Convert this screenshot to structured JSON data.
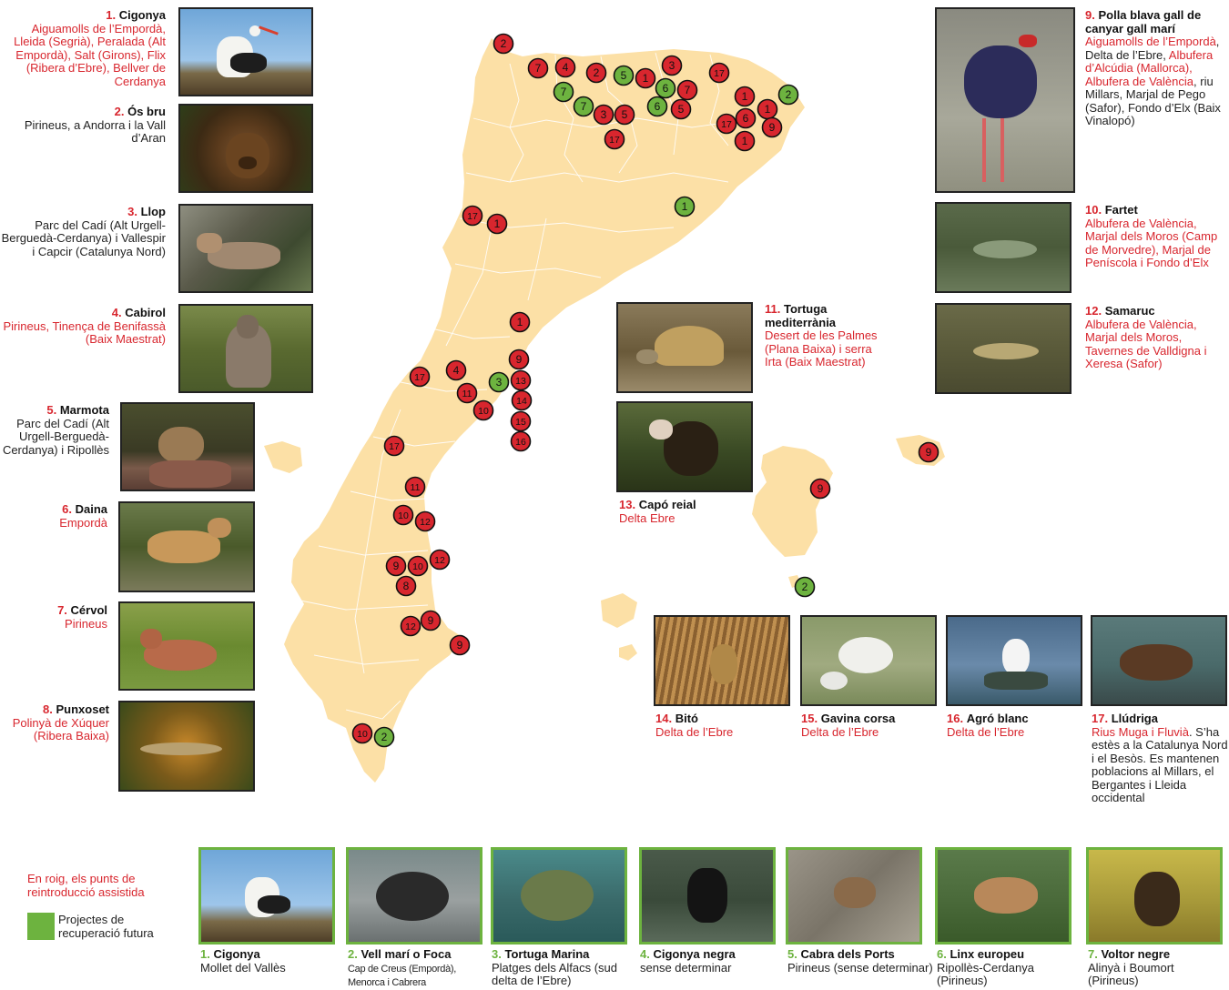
{
  "colors": {
    "land": "#fce0a6",
    "border": "#ffffff",
    "red_marker": "#d8262e",
    "green_marker": "#6db33f",
    "text_red": "#d8262e"
  },
  "markers": [
    {
      "n": "2",
      "c": "red"
    },
    {
      "n": "7",
      "c": "red"
    },
    {
      "n": "4",
      "c": "red"
    },
    {
      "n": "2",
      "c": "red"
    },
    {
      "n": "5",
      "c": "green"
    },
    {
      "n": "1",
      "c": "red"
    },
    {
      "n": "3",
      "c": "red"
    },
    {
      "n": "17",
      "c": "red"
    },
    {
      "n": "7",
      "c": "green"
    },
    {
      "n": "7",
      "c": "green"
    },
    {
      "n": "3",
      "c": "red"
    },
    {
      "n": "5",
      "c": "red"
    },
    {
      "n": "6",
      "c": "green"
    },
    {
      "n": "6",
      "c": "green"
    },
    {
      "n": "7",
      "c": "red"
    },
    {
      "n": "5",
      "c": "red"
    },
    {
      "n": "17",
      "c": "red"
    },
    {
      "n": "1",
      "c": "red"
    },
    {
      "n": "2",
      "c": "green"
    },
    {
      "n": "1",
      "c": "red"
    },
    {
      "n": "17",
      "c": "red"
    },
    {
      "n": "6",
      "c": "red"
    },
    {
      "n": "9",
      "c": "red"
    },
    {
      "n": "1",
      "c": "red"
    },
    {
      "n": "1",
      "c": "green"
    },
    {
      "n": "17",
      "c": "red"
    },
    {
      "n": "1",
      "c": "red"
    },
    {
      "n": "1",
      "c": "red"
    },
    {
      "n": "9",
      "c": "red"
    },
    {
      "n": "17",
      "c": "red"
    },
    {
      "n": "4",
      "c": "red"
    },
    {
      "n": "3",
      "c": "green"
    },
    {
      "n": "13",
      "c": "red"
    },
    {
      "n": "11",
      "c": "red"
    },
    {
      "n": "14",
      "c": "red"
    },
    {
      "n": "10",
      "c": "red"
    },
    {
      "n": "15",
      "c": "red"
    },
    {
      "n": "16",
      "c": "red"
    },
    {
      "n": "17",
      "c": "red"
    },
    {
      "n": "11",
      "c": "red"
    },
    {
      "n": "10",
      "c": "red"
    },
    {
      "n": "12",
      "c": "red"
    },
    {
      "n": "9",
      "c": "red"
    },
    {
      "n": "10",
      "c": "red"
    },
    {
      "n": "12",
      "c": "red"
    },
    {
      "n": "8",
      "c": "red"
    },
    {
      "n": "12",
      "c": "red"
    },
    {
      "n": "9",
      "c": "red"
    },
    {
      "n": "9",
      "c": "red"
    },
    {
      "n": "9",
      "c": "red"
    },
    {
      "n": "10",
      "c": "red"
    },
    {
      "n": "2",
      "c": "green"
    },
    {
      "n": "9",
      "c": "red"
    },
    {
      "n": "2",
      "c": "green"
    }
  ],
  "species": {
    "s1": {
      "num": "1.",
      "name": "Cigonya",
      "loc": "Aiguamolls de l’Empordà, Lleida (Segrià), Peralada (Alt Empordà), Salt (Girons), Flix (Ribera d’Ebre), Bellver de Cerdanya"
    },
    "s2": {
      "num": "2.",
      "name": "Ós bru",
      "loc": "Pirineus, a Andorra i la Vall d’Aran"
    },
    "s3": {
      "num": "3.",
      "name": "Llop",
      "loc": "Parc del Cadí (Alt Urgell-Berguedà-Cerdanya) i Vallespir i Capcir (Catalunya Nord)"
    },
    "s4": {
      "num": "4.",
      "name": "Cabirol",
      "loc": "Pirineus, Tinença de Benifassà (Baix Maestrat)"
    },
    "s5": {
      "num": "5.",
      "name": "Marmota",
      "loc": "Parc del Cadí (Alt Urgell-Berguedà-Cerdanya) i Ripollès"
    },
    "s6": {
      "num": "6.",
      "name": "Daina",
      "loc": "Empordà"
    },
    "s7": {
      "num": "7.",
      "name": "Cérvol",
      "loc": "Pirineus"
    },
    "s8": {
      "num": "8.",
      "name": "Punxoset",
      "loc": "Polinyà de Xúquer (Ribera Baixa)"
    },
    "s9": {
      "num": "9.",
      "name": "Polla blava gall de canyar gall marí",
      "loc_red1": "Aiguamolls de l’Empordà",
      "loc_black1": ", Delta de l’Ebre, ",
      "loc_red2": "Albufera d’Alcúdia (Mallorca), Albufera de València",
      "loc_black2": ", riu Millars, Marjal de Pego (Safor), Fondo d’Elx (Baix Vinalopó)"
    },
    "s10": {
      "num": "10.",
      "name": "Fartet",
      "loc": "Albufera de València, Marjal dels Moros (Camp de Morvedre), Marjal de Peníscola i Fondo d’Elx"
    },
    "s11": {
      "num": "11.",
      "name": "Tortuga mediterrània",
      "loc": "Desert de les Palmes (Plana Baixa) i serra Irta (Baix Maestrat)"
    },
    "s12": {
      "num": "12.",
      "name": "Samaruc",
      "loc": "Albufera de València, Marjal dels Moros, Tavernes de Valldigna i Xeresa (Safor)"
    },
    "s13": {
      "num": "13.",
      "name": "Capó reial",
      "loc": "Delta Ebre"
    },
    "s14": {
      "num": "14.",
      "name": "Bitó",
      "loc": "Delta de l’Ebre"
    },
    "s15": {
      "num": "15.",
      "name": "Gavina corsa",
      "loc": "Delta de l’Ebre"
    },
    "s16": {
      "num": "16.",
      "name": "Agró blanc",
      "loc": "Delta de l’Ebre"
    },
    "s17": {
      "num": "17.",
      "name": "Llúdriga",
      "loc_red": "Rius Muga i Fluvià",
      "loc_black": ". S’ha estès a la Catalunya Nord i el Besòs. Es mantenen poblacions al Millars, el Bergantes i Lleida occidental"
    }
  },
  "future": [
    {
      "num": "1.",
      "name": "Cigonya",
      "loc": "Mollet del Vallès"
    },
    {
      "num": "2.",
      "name": "Vell marí o Foca",
      "loc": "Cap de Creus (Empordà), Menorca i Cabrera"
    },
    {
      "num": "3.",
      "name": "Tortuga Marina",
      "loc": "Platges dels Alfacs (sud delta de l’Ebre)"
    },
    {
      "num": "4.",
      "name": "Cigonya negra",
      "loc": "sense determinar"
    },
    {
      "num": "5.",
      "name": "Cabra dels Ports",
      "loc": "Pirineus (sense determinar)"
    },
    {
      "num": "6.",
      "name": "Linx europeu",
      "loc": "Ripollès-Cerdanya (Pirineus)"
    },
    {
      "num": "7.",
      "name": "Voltor negre",
      "loc": "Alinyà i Boumort (Pirineus)"
    }
  ],
  "legend": {
    "red_text": "En roig, els punts de reintroducció assistida",
    "green_text": "Projectes de recuperació futura"
  }
}
